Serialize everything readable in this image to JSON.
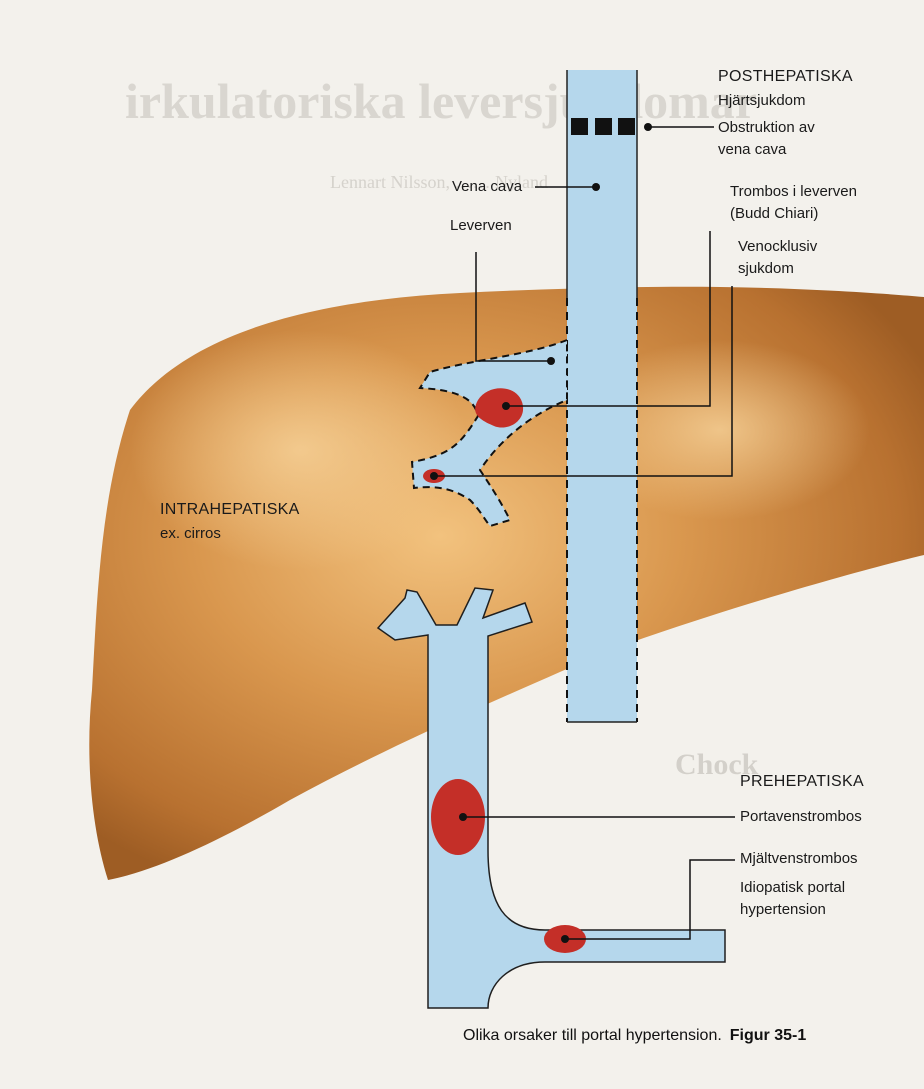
{
  "colors": {
    "liver": "#c98642",
    "vessel": "#b5d7ec",
    "thrombus": "#c42f28",
    "line": "#111111"
  },
  "background_text": {
    "heading": "irkulatoriska leversjukdomar",
    "author": "Lennart Nilsson, …… Nyland",
    "chock_heading": "Chock"
  },
  "labels": {
    "posthepatiska": {
      "title": "POSTHEPATISKA",
      "items": [
        "Hjärtsjukdom",
        "Obstruktion av",
        "vena cava",
        "Trombos i leverven",
        "(Budd Chiari)",
        "Venocklusiv",
        "sjukdom"
      ]
    },
    "vena_cava": "Vena cava",
    "leverven": "Leverven",
    "intrahepatiska": {
      "title": "INTRAHEPATISKA",
      "sub": "ex. cirros"
    },
    "prehepatiska": {
      "title": "PREHEPATISKA",
      "items": [
        "Portavenstrombos",
        "Mjältvenstrombos",
        "Idiopatisk portal",
        "hypertension"
      ]
    }
  },
  "caption": {
    "text": "Olika orsaker till portal hypertension.",
    "figure": "Figur 35-1"
  }
}
